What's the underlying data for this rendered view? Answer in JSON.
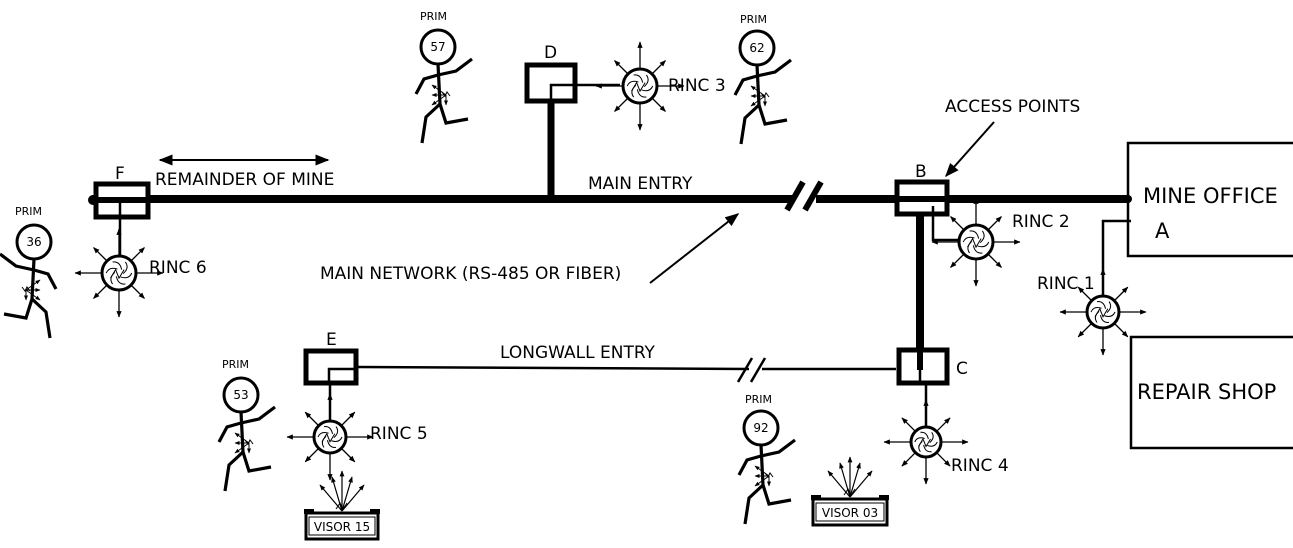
{
  "labels": {
    "remainder_of_mine": "REMAINDER OF MINE",
    "main_entry": "MAIN ENTRY",
    "access_points": "ACCESS POINTS",
    "main_network": "MAIN NETWORK (RS-485 OR FIBER)",
    "longwall_entry": "LONGWALL ENTRY",
    "mine_office": "MINE OFFICE",
    "repair_shop": "REPAIR SHOP"
  },
  "access_points": {
    "a": "A",
    "b": "B",
    "c": "C",
    "d": "D",
    "e": "E",
    "f": "F"
  },
  "rincs": {
    "r1": "RINC 1",
    "r2": "RINC 2",
    "r3": "RINC 3",
    "r4": "RINC 4",
    "r5": "RINC 5",
    "r6": "RINC 6"
  },
  "persons": {
    "p36": {
      "tag": "PRIM",
      "id": "36"
    },
    "p57": {
      "tag": "PRIM",
      "id": "57"
    },
    "p62": {
      "tag": "PRIM",
      "id": "62"
    },
    "p53": {
      "tag": "PRIM",
      "id": "53"
    },
    "p92": {
      "tag": "PRIM",
      "id": "92"
    }
  },
  "visors": {
    "v15": "VISOR 15",
    "v03": "VISOR 03"
  }
}
